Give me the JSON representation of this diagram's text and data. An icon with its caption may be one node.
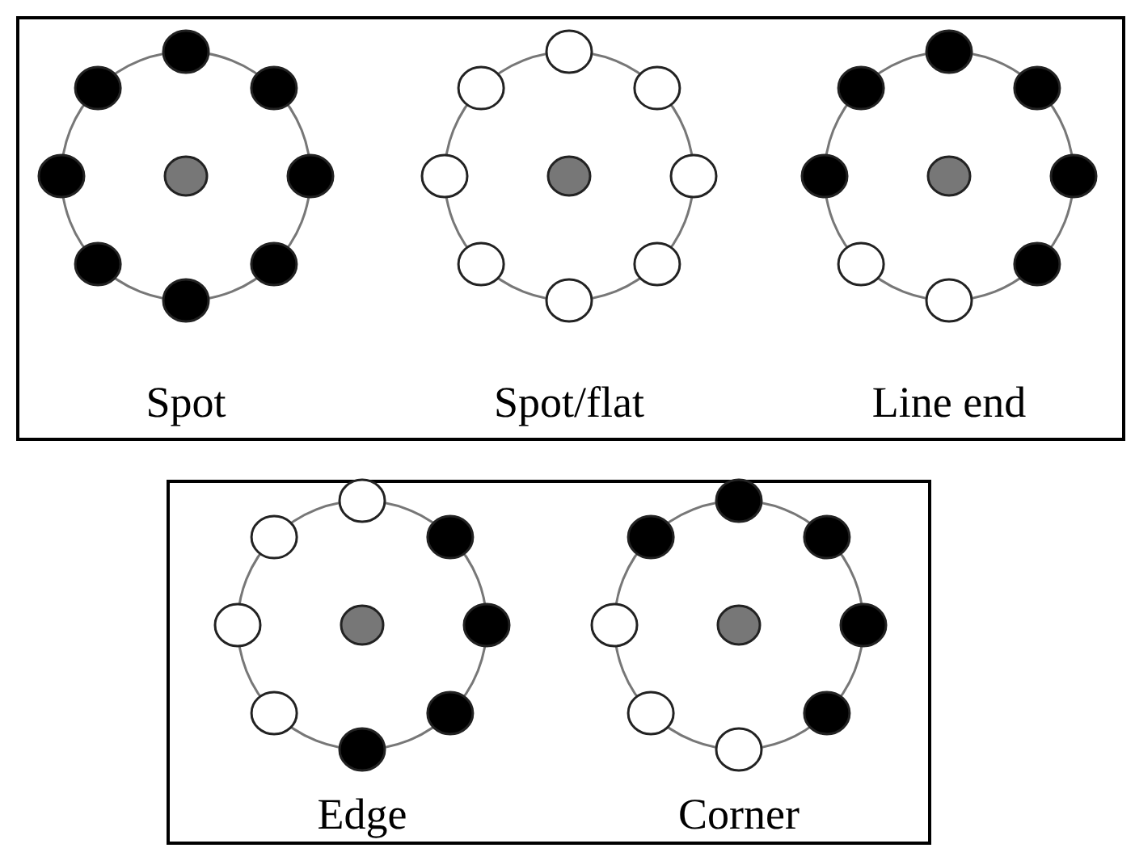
{
  "diagram": {
    "nodes": [
      {
        "text": [],
        "shape": "box"
      },
      {
        "text": [],
        "shape": "box"
      },
      {
        "text": [
          "Spot"
        ],
        "in": 0
      },
      {
        "text": [
          "Spot/flat"
        ],
        "in": 0
      },
      {
        "text": [
          "Line end"
        ],
        "in": 0
      },
      {
        "text": [
          "Edge"
        ],
        "in": 1
      },
      {
        "text": [
          "Corner"
        ],
        "in": 1
      }
    ]
  }
}
